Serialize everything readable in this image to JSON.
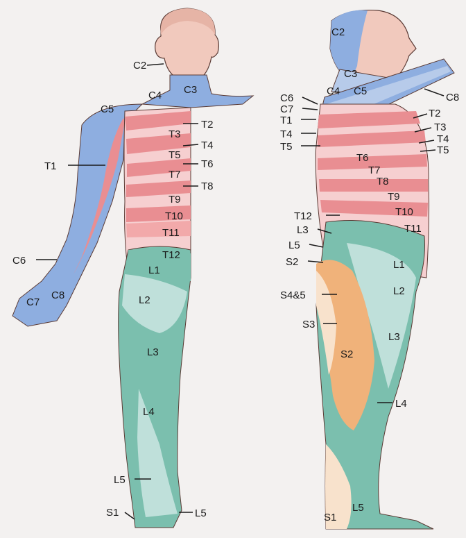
{
  "colors": {
    "background": "#f3f1f0",
    "cervical": "#8eaee0",
    "cervical_light": "#b7cbea",
    "thoracic_dark": "#e98e92",
    "thoracic_light": "#f6cfd0",
    "lumbar": "#7bbfae",
    "lumbar_light": "#bfe0da",
    "sacral_orange": "#f0b27a",
    "sacral_light": "#f8e2cc",
    "skin": "#f1c9bd",
    "outline": "#5a3a34"
  },
  "anterior": {
    "labels": [
      "C2",
      "C3",
      "C4",
      "C5",
      "T1",
      "T2",
      "T3",
      "T4",
      "T5",
      "T6",
      "T7",
      "T8",
      "T9",
      "T10",
      "T11",
      "T12",
      "C6",
      "C7",
      "C8",
      "L1",
      "L2",
      "L3",
      "L4",
      "L5",
      "S1",
      "L5"
    ]
  },
  "lateral": {
    "labels": [
      "C2",
      "C3",
      "C4",
      "C5",
      "C6",
      "C7",
      "C8",
      "T1",
      "T2",
      "T3",
      "T4",
      "T5",
      "T4",
      "T5",
      "T6",
      "T7",
      "T8",
      "T9",
      "T10",
      "T11",
      "T12",
      "L3",
      "L5",
      "S2",
      "L1",
      "L2",
      "S4&5",
      "S3",
      "L3",
      "S2",
      "L4",
      "L5",
      "S1"
    ]
  }
}
